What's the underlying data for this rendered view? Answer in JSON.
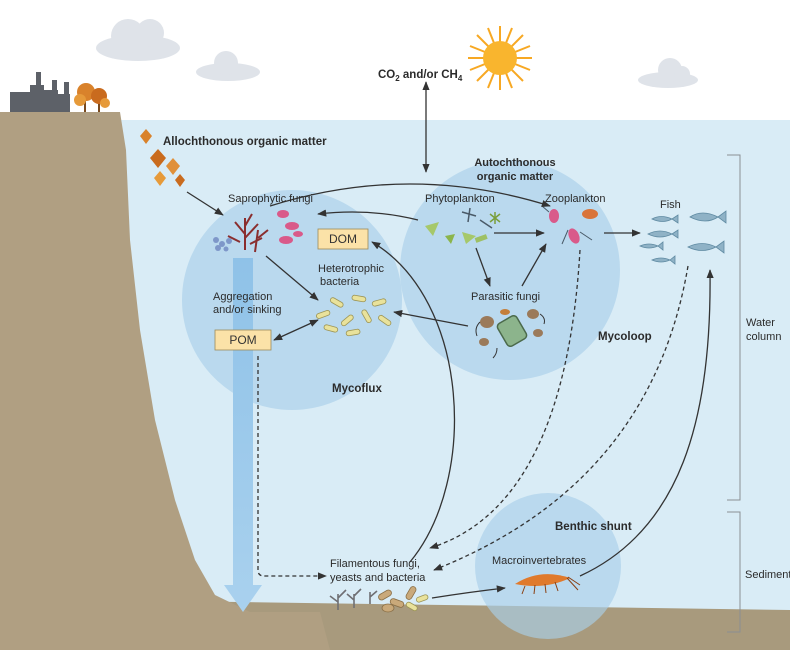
{
  "labels": {
    "gas": "CO",
    "gas_sub1": "2",
    "gas_mid": " and/or CH",
    "gas_sub2": "4",
    "allochthonous": "Allochthonous organic matter",
    "autochthonous_1": "Autochthonous",
    "autochthonous_2": "organic matter",
    "saprophytic": "Saprophytic fungi",
    "phytoplankton": "Phytoplankton",
    "zooplankton": "Zooplankton",
    "fish": "Fish",
    "dom": "DOM",
    "pom": "POM",
    "heterotrophic_1": "Heterotrophic",
    "heterotrophic_2": "bacteria",
    "aggregation_1": "Aggregation",
    "aggregation_2": "and/or sinking",
    "parasitic": "Parasitic fungi",
    "mycoloop": "Mycoloop",
    "mycoflux": "Mycoflux",
    "water_column_1": "Water",
    "water_column_2": "column",
    "benthic_shunt": "Benthic shunt",
    "macroinvertebrates": "Macroinvertebrates",
    "filamentous_1": "Filamentous fungi,",
    "filamentous_2": "yeasts and bacteria",
    "sediment": "Sediment"
  },
  "colors": {
    "water": "#d9ecf6",
    "cliff": "#b09f82",
    "seabed": "#a89a7d",
    "hub": "#a9cfea",
    "box": "#fbe2a8",
    "sun": "#f7a823",
    "cloud": "#dfe3e9",
    "arrow": "#333333",
    "sinking": "#9cc9ea"
  },
  "icons": [
    "factory-icon",
    "autumn-trees-icon",
    "leaf-icon",
    "fungi-icon",
    "phytoplankton-icon",
    "zooplankton-icon",
    "fish-icon",
    "bacteria-icon",
    "parasitic-fungi-icon",
    "macroinvertebrate-icon",
    "sun-icon",
    "cloud-icon"
  ]
}
